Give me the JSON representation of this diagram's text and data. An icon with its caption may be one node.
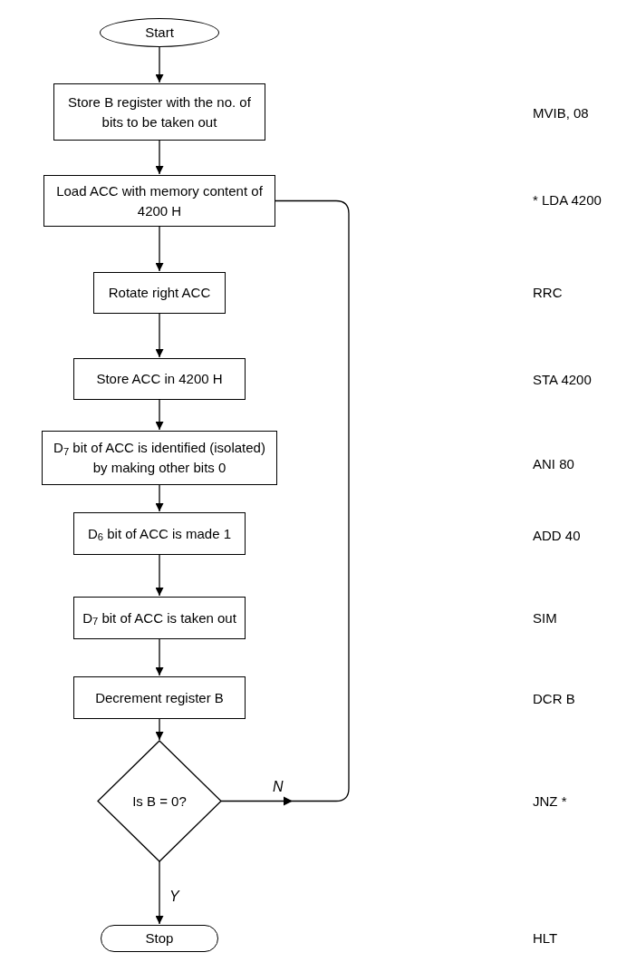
{
  "diagram": {
    "nodes": [
      {
        "text": [
          "Start"
        ]
      },
      {
        "text": [
          "Store B register with the no. of bits to be taken out"
        ]
      },
      {
        "text": [
          "Load ACC with memory content of 4200 H"
        ]
      },
      {
        "text": [
          "Rotate right ACC"
        ]
      },
      {
        "text": [
          "Store ACC in 4200 H"
        ]
      },
      {
        "text": [
          "D$_{7}$ bit of ACC is identified (isolated) by making other bits 0"
        ]
      },
      {
        "text": [
          "D$_{6}$ bit of ACC is made 1"
        ]
      },
      {
        "text": [
          "D$_{7}$ bit of ACC is taken out"
        ]
      },
      {
        "text": [
          "Decrement register B"
        ]
      },
      {
        "text": [
          "Is B = 0?"
        ]
      },
      {
        "text": [
          "Stop"
        ]
      }
    ],
    "edges": [
      {
        "from": 0,
        "to": 1,
        "arrow": "to"
      },
      {
        "from": 1,
        "to": 2,
        "arrow": "to"
      },
      {
        "from": 2,
        "to": 3,
        "arrow": "to"
      },
      {
        "from": 3,
        "to": 4,
        "arrow": "to"
      },
      {
        "from": 4,
        "to": 5,
        "arrow": "to"
      },
      {
        "from": 5,
        "to": 6,
        "arrow": "to"
      },
      {
        "from": 6,
        "to": 7,
        "arrow": "to"
      },
      {
        "from": 7,
        "to": 8,
        "arrow": "to"
      },
      {
        "from": 8,
        "to": 9,
        "arrow": "to"
      },
      {
        "from": 9,
        "to": 2,
        "arrow": "to",
        "label": "N"
      },
      {
        "from": 9,
        "to": 10,
        "arrow": "to",
        "label": "Y"
      }
    ],
    "labels": [
      "MVIB, 08",
      "* LDA 4200",
      "RRC",
      "STA 4200",
      "ANI 80",
      "ADD 40",
      "SIM",
      "DCR B",
      "JNZ *",
      "HLT"
    ]
  }
}
